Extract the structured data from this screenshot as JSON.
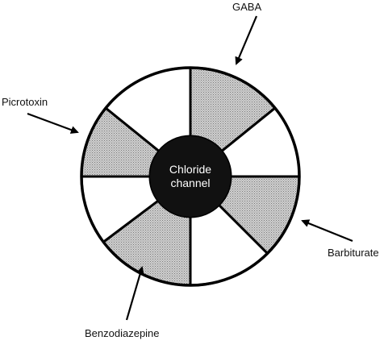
{
  "diagram": {
    "center_label_line1": "Chloride",
    "center_label_line2": "channel",
    "labels": {
      "gaba": "GABA",
      "picrotoxin": "Picrotoxin",
      "barbiturate": "Barbiturate",
      "benzodiazepine": "Benzodiazepine"
    },
    "colors": {
      "shaded": "#c8c8c8",
      "unshaded": "#ffffff",
      "outline": "#000000",
      "core": "#111111"
    }
  }
}
